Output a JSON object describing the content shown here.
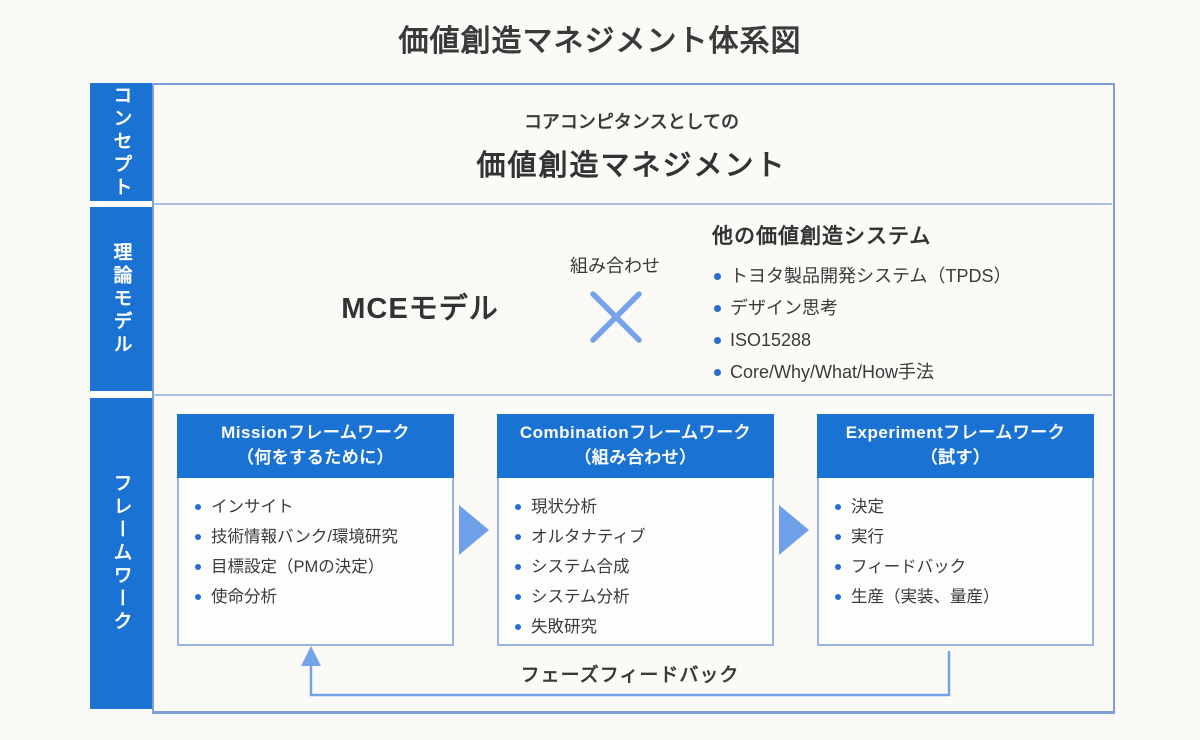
{
  "title": "価値創造マネジメント体系図",
  "sidebar": {
    "items": [
      {
        "label": "コンセプト"
      },
      {
        "label": "理論モデル"
      },
      {
        "label": "フレームワーク"
      }
    ]
  },
  "concept": {
    "subtitle": "コアコンピタンスとしての",
    "title": "価値創造マネジメント"
  },
  "theory": {
    "model": "MCEモデル",
    "combine_label": "組み合わせ",
    "operator": "×",
    "other_title": "他の価値創造システム",
    "other_items": [
      "トヨタ製品開発システム（TPDS）",
      "デザイン思考",
      "ISO15288",
      "Core/Why/What/How手法"
    ]
  },
  "framework": {
    "boxes": [
      {
        "title": "Missionフレームワーク",
        "subtitle": "（何をするために）",
        "items": [
          "インサイト",
          "技術情報バンク/環境研究",
          "目標設定（PMの決定）",
          "使命分析"
        ]
      },
      {
        "title": "Combinationフレームワーク",
        "subtitle": "（組み合わせ）",
        "items": [
          "現状分析",
          "オルタナティブ",
          "システム合成",
          "システム分析",
          "失敗研究"
        ]
      },
      {
        "title": "Experimentフレームワーク",
        "subtitle": "（試す）",
        "items": [
          "決定",
          "実行",
          "フィードバック",
          "生産（実装、量産）"
        ]
      }
    ],
    "feedback_label": "フェーズフィードバック"
  },
  "colors": {
    "primary_blue": "#1a72d3",
    "accent_blue": "#74a3ea",
    "border_blue": "#7f9fd4",
    "bullet_blue": "#2b6cd0",
    "text": "#3b3b3b",
    "background": "#fbfaf7"
  }
}
